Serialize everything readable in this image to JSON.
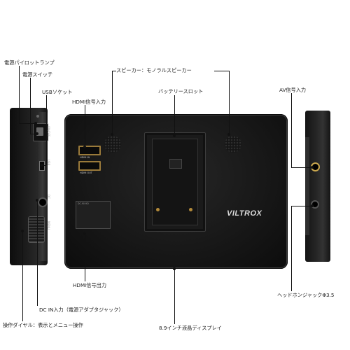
{
  "labels": {
    "power_pilot_lamp": "電源パイロットランプ",
    "power_switch": "電源スイッチ",
    "usb_socket": "USBソケット",
    "hdmi_input": "HDMI信号入力",
    "speaker": "スピーカー：モノラルスピーカー",
    "battery_slot": "バッテリースロット",
    "av_input": "AV信号入力",
    "hdmi_output": "HDMI信号出力",
    "dc_input": "DC IN入力（電源アダプタジャック）",
    "operation_dial": "操作ダイヤル：表示とメニュー操作",
    "display": "8.9インチ液晶ディスプレイ",
    "headphone_jack": "ヘッドホンジャックΦ3.5"
  },
  "device": {
    "brand": "VILTROX",
    "hdmi_in_caption": "HDMI IN",
    "hdmi_out_caption": "HDMI OUT",
    "spec_lines": [
      "DC-90 HD"
    ],
    "side_left_text": "ON/OFF",
    "side_left_usb_text": "USB",
    "side_left_dc_text": "DC",
    "side_left_dial_text": "MENU"
  }
}
